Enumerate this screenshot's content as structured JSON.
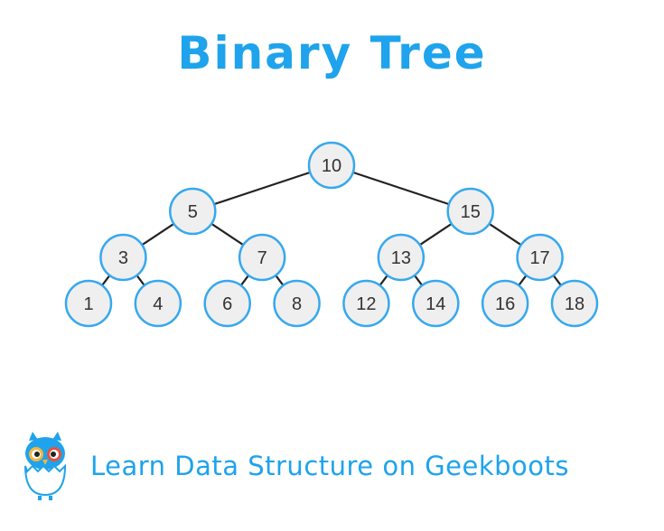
{
  "title": "Binary Tree",
  "footer_text": "Learn Data Structure on Geekboots",
  "brand_logo": "geekboots-owl-logo",
  "colors": {
    "accent": "#1ea3ec",
    "node_fill": "#efefef",
    "node_stroke": "#36a8ee",
    "edge": "#222222"
  },
  "tree": {
    "label": "10",
    "children": [
      {
        "label": "5",
        "children": [
          {
            "label": "3",
            "children": [
              {
                "label": "1"
              },
              {
                "label": "4"
              }
            ]
          },
          {
            "label": "7",
            "children": [
              {
                "label": "6"
              },
              {
                "label": "8"
              }
            ]
          }
        ]
      },
      {
        "label": "15",
        "children": [
          {
            "label": "13",
            "children": [
              {
                "label": "12"
              },
              {
                "label": "14"
              }
            ]
          },
          {
            "label": "17",
            "children": [
              {
                "label": "16"
              },
              {
                "label": "18"
              }
            ]
          }
        ]
      }
    ]
  }
}
